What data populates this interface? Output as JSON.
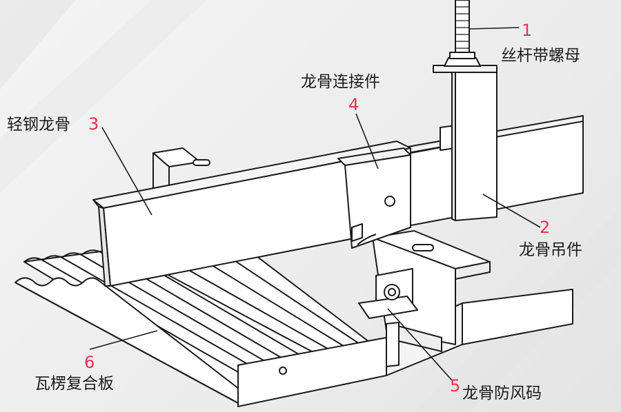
{
  "colors": {
    "number": "#e8344e",
    "line": "#1a1a1a",
    "fill": "#ffffff",
    "shade": "#e9e9e9"
  },
  "callouts": [
    {
      "id": "1",
      "label": "丝杆带螺母"
    },
    {
      "id": "2",
      "label": "龙骨吊件"
    },
    {
      "id": "3",
      "label": "轻钢龙骨"
    },
    {
      "id": "4",
      "label": "龙骨连接件"
    },
    {
      "id": "5",
      "label": "龙骨防风码"
    },
    {
      "id": "6",
      "label": "瓦楞复合板"
    }
  ]
}
